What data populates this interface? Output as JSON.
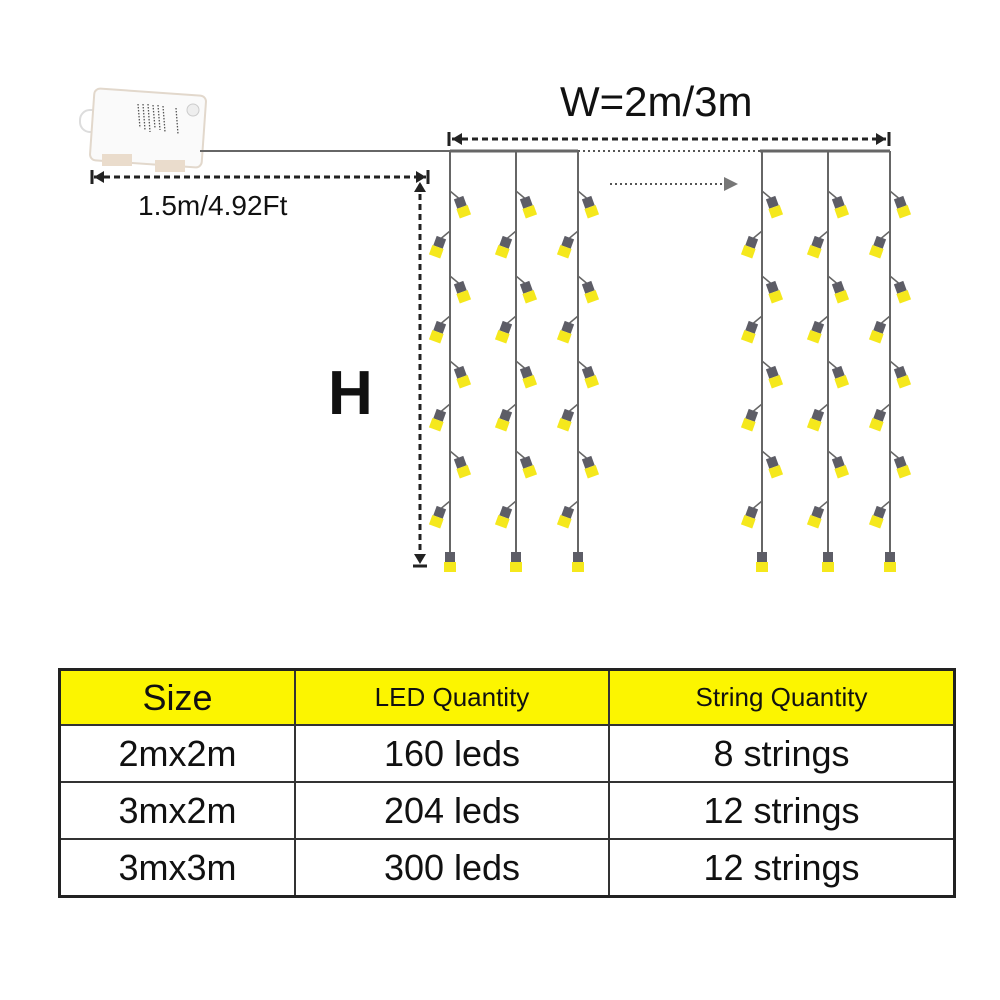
{
  "dimensions": {
    "width_label": "W=2m/3m",
    "cable_label": "1.5m/4.92Ft",
    "height_label": "H"
  },
  "table": {
    "headers": [
      "Size",
      "LED Quantity",
      "String Quantity"
    ],
    "rows": [
      [
        "2mx2m",
        "160 leds",
        "8 strings"
      ],
      [
        "3mx2m",
        "204 leds",
        "12 strings"
      ],
      [
        "3mx3m",
        "300 leds",
        "12 strings"
      ]
    ]
  },
  "colors": {
    "header_bg": "#fcf500",
    "bulb": "#f5e81c",
    "wire": "#666666"
  }
}
